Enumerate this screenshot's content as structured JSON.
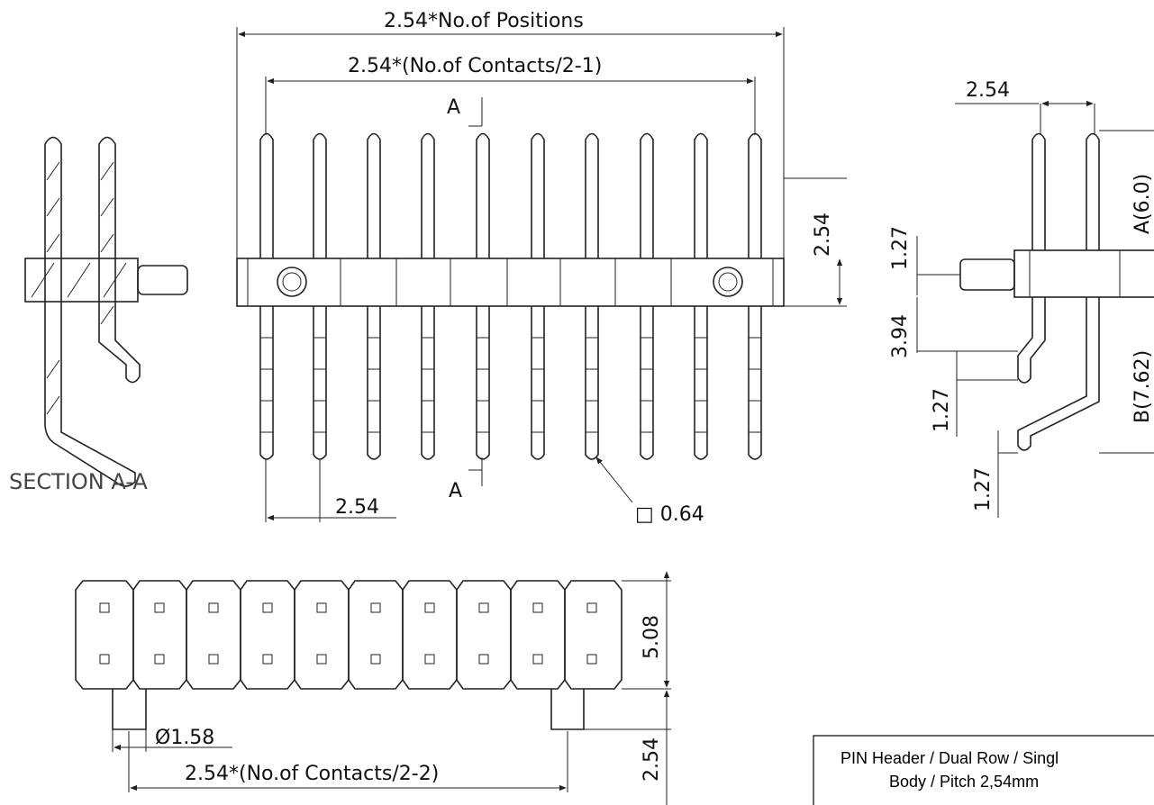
{
  "front_view": {
    "dim_total": "2.54*No.of Positions",
    "dim_contacts": "2.54*(No.of Contacts/2-1)",
    "section_mark_top": "A",
    "section_mark_bottom": "A",
    "dim_body_height": "2.54",
    "dim_pitch": "2.54",
    "dim_pin_square": "□ 0.64"
  },
  "section_view": {
    "label": "SECTION A-A"
  },
  "side_view": {
    "dim_pitch": "2.54",
    "dim_a": "A(6.0)",
    "dim_b": "B(7.62)",
    "dim_1": "1.27",
    "dim_2": "3.94",
    "dim_3": "1.27",
    "dim_4": "1.27"
  },
  "bottom_view": {
    "dim_row_spacing": "5.08",
    "dim_peg_offset": "2.54",
    "dim_peg_diameter": "Ø1.58",
    "dim_peg_spacing": "2.54*(No.of Contacts/2-2)"
  },
  "title_block": {
    "line1": "PIN Header / Dual Row / Singl",
    "line2": "Body / Pitch 2,54mm"
  }
}
